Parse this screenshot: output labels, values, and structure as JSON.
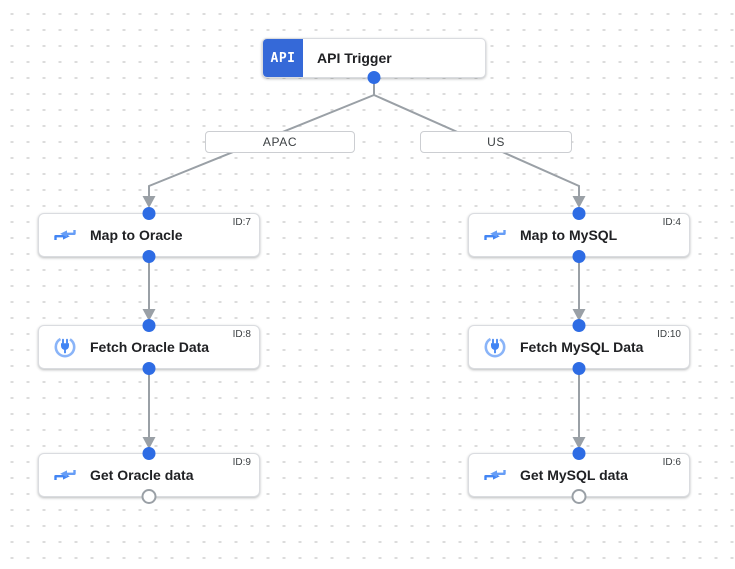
{
  "canvas": {
    "background_color": "#ffffff",
    "grid_dot_color": "#dcdcdc"
  },
  "colors": {
    "accent_blue": "#2e6ce4",
    "trigger_icon_bg": "#3569d8",
    "task_icon_blue": "#4285f4",
    "task_icon_light_blue": "#669df6",
    "connector_ring_blue": "#8ab4f8",
    "edge_gray": "#9aa0a6",
    "node_border": "#dadce0"
  },
  "trigger": {
    "icon_text": "API",
    "label": "API Trigger"
  },
  "branch_labels": [
    {
      "label": "APAC"
    },
    {
      "label": "US"
    }
  ],
  "nodes": [
    {
      "label": "Map to Oracle",
      "id": "ID:7",
      "icon": "mapping-icon"
    },
    {
      "label": "Fetch Oracle Data",
      "id": "ID:8",
      "icon": "connector-icon"
    },
    {
      "label": "Get Oracle data",
      "id": "ID:9",
      "icon": "mapping-icon"
    },
    {
      "label": "Map to MySQL",
      "id": "ID:4",
      "icon": "mapping-icon"
    },
    {
      "label": "Fetch MySQL Data",
      "id": "ID:10",
      "icon": "connector-icon"
    },
    {
      "label": "Get MySQL data",
      "id": "ID:6",
      "icon": "mapping-icon"
    }
  ]
}
